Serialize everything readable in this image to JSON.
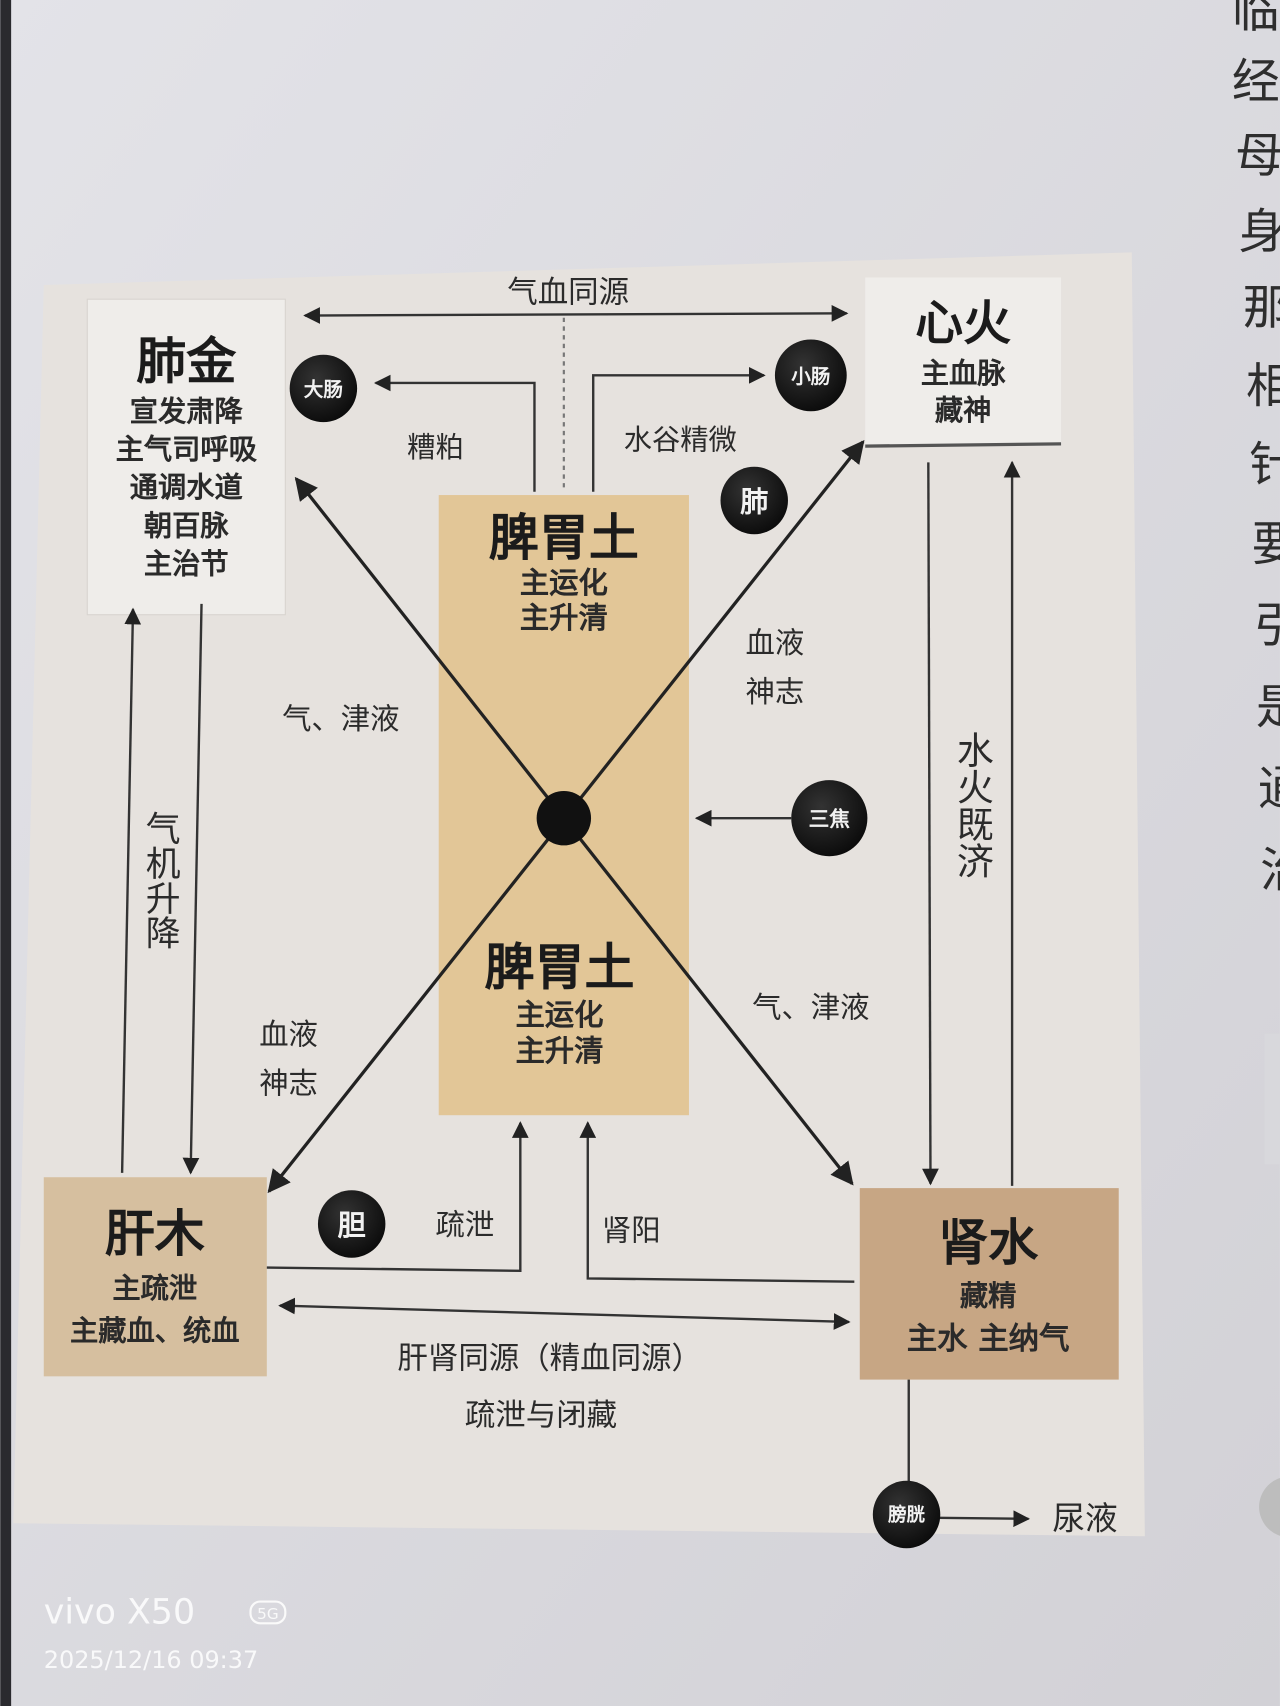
{
  "diagram": {
    "organs": {
      "lung": {
        "title": "肺金",
        "lines": [
          "宣发肃降",
          "主气司呼吸",
          "通调水道",
          "朝百脉",
          "主治节"
        ]
      },
      "heart": {
        "title": "心火",
        "lines": [
          "主血脉",
          "藏神"
        ]
      },
      "spleen_top": {
        "title": "脾胃土",
        "lines": [
          "主运化",
          "主升清"
        ]
      },
      "spleen_bottom": {
        "title": "脾胃土",
        "lines": [
          "主运化",
          "主升清"
        ]
      },
      "liver": {
        "title": "肝木",
        "lines": [
          "主疏泄",
          "主藏血、统血"
        ]
      },
      "kidney": {
        "title": "肾水",
        "lines": [
          "藏精",
          "主水 主纳气"
        ]
      }
    },
    "nodes": {
      "large_intestine": "大肠",
      "small_intestine": "小肠",
      "lung_small": "肺",
      "sanjiao": "三焦",
      "gallbladder": "胆",
      "bladder": "膀胱"
    },
    "labels": {
      "qi_blood_same_source": "气血同源",
      "dregs": "糟粕",
      "water_grain_essence": "水谷精微",
      "blood_spirit_right": [
        "血液",
        "神志"
      ],
      "qi_fluid_left": "气、津液",
      "qi_fluid_right": "气、津液",
      "blood_spirit_left": [
        "血液",
        "神志"
      ],
      "qi_movement": "气机升降",
      "water_fire": "水火既济",
      "dispersion": "疏泄",
      "kidney_yang": "肾阳",
      "liver_kidney_same_source": "肝肾同源（精血同源）",
      "dispersion_storage": "疏泄与闭藏",
      "urine": "尿液"
    },
    "colors": {
      "panel": "#e6e2de",
      "paper_white": "#efedea",
      "spleen": "#e2c697",
      "liver": "#d6bf9f",
      "kidney": "#c7a684",
      "node": "#141414"
    }
  },
  "side_text": [
    "临",
    "经",
    "母",
    "身",
    "那",
    "相",
    "针",
    "要",
    "引",
    "是",
    "通",
    "治"
  ],
  "watermark": {
    "device": "vivo X50",
    "badge": "5G",
    "timestamp": "2025/12/16 09:37"
  }
}
